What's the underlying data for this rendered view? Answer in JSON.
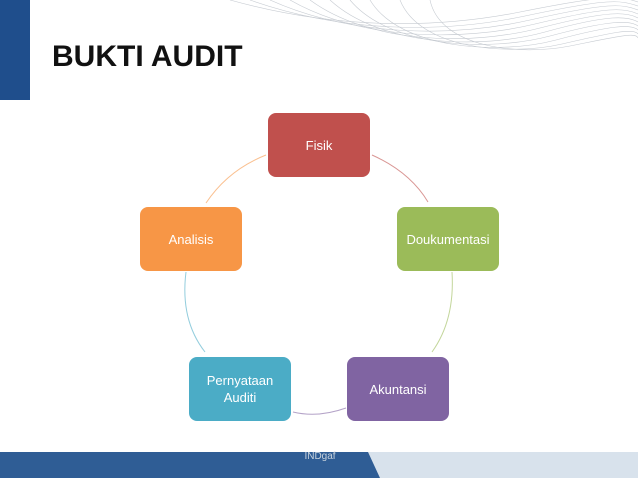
{
  "slide": {
    "title": "BUKTI AUDIT",
    "footer_text": "INDgaf"
  },
  "diagram": {
    "type": "cycle",
    "nodes": [
      {
        "label": "Fisik",
        "color": "#c0504d"
      },
      {
        "label": "Doukumentasi",
        "color": "#9bbb59"
      },
      {
        "label": "Akuntansi",
        "color": "#8064a2"
      },
      {
        "label": "Pernyataan Auditi",
        "color": "#4bacc6"
      },
      {
        "label": "Analisis",
        "color": "#f79646"
      }
    ]
  },
  "colors": {
    "accent_blue": "#1f4e8c",
    "footer_light": "#d8e2ec"
  }
}
